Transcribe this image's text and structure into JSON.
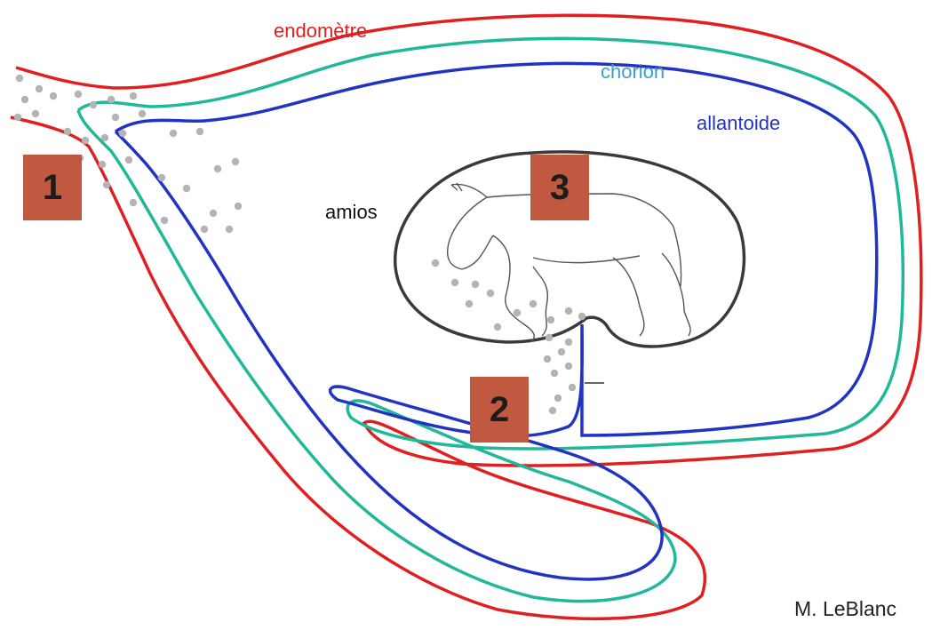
{
  "labels": {
    "endometre": "endomètre",
    "chorion": "chorion",
    "allantoide": "allantoide",
    "amnios": "amios",
    "author": "M. LeBlanc"
  },
  "markers": {
    "m1": "1",
    "m2": "2",
    "m3": "3"
  },
  "colors": {
    "endometre": "#e02020",
    "chorion": "#1fb89a",
    "chorion_label": "#3aa0cc",
    "allantoide": "#2233c4",
    "amnios": "#3a3a3a",
    "marker_bg": "#c0593f",
    "dots": "#b4b4b4"
  }
}
